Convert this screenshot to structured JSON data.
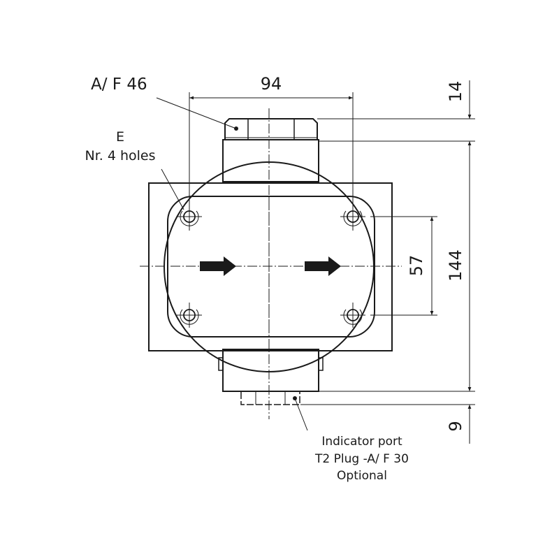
{
  "labels": {
    "af46": "A/ F 46",
    "e": "E",
    "holes": "Nr. 4 holes",
    "indicator_1": "Indicator port",
    "indicator_2": "T2 Plug -A/ F 30",
    "indicator_3": "Optional"
  },
  "dimensions": {
    "width_94": "94",
    "top_14": "14",
    "hole_57": "57",
    "height_144": "144",
    "bottom_9": "9"
  },
  "colors": {
    "line": "#1a1a1a",
    "background": "#ffffff"
  }
}
